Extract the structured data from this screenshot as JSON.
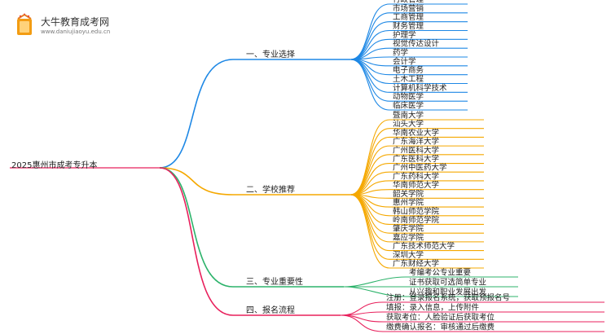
{
  "brand": {
    "name": "大牛教育成考网",
    "url": "www.daniujiaoyu.edu.cn"
  },
  "root": {
    "label": "2025惠州市成考专升本"
  },
  "branches": [
    {
      "label": "一、专业选择",
      "color": "#1e88e5",
      "children": [
        "行政管理",
        "市场营销",
        "工商管理",
        "财务管理",
        "护理学",
        "视觉传达设计",
        "药学",
        "会计学",
        "电子商务",
        "土木工程",
        "计算机科学技术",
        "动物医学",
        "临床医学"
      ]
    },
    {
      "label": "二、学校推荐",
      "color": "#f5a800",
      "children": [
        "暨南大学",
        "汕头大学",
        "华南农业大学",
        "广东海洋大学",
        "广州医科大学",
        "广东医科大学",
        "广州中医药大学",
        "广东药科大学",
        "华南师范大学",
        "韶关学院",
        "惠州学院",
        "韩山师范学院",
        "岭南师范学院",
        "肇庆学院",
        "嘉应学院",
        "广东技术师范大学",
        "深圳大学",
        "广东财经大学"
      ]
    },
    {
      "label": "三、专业重要性",
      "color": "#2db36b",
      "children": [
        "考编考公专业重要",
        "证书获取可选简单专业",
        "从兴趣和职业发展出发"
      ]
    },
    {
      "label": "四、报名流程",
      "color": "#e8205c",
      "children": [
        "注册：登录报名系统，获取预报名号",
        "填报：录入信息，上传附件",
        "获取考位：人脸验证后获取考位",
        "缴费确认报名：审核通过后缴费"
      ]
    }
  ]
}
